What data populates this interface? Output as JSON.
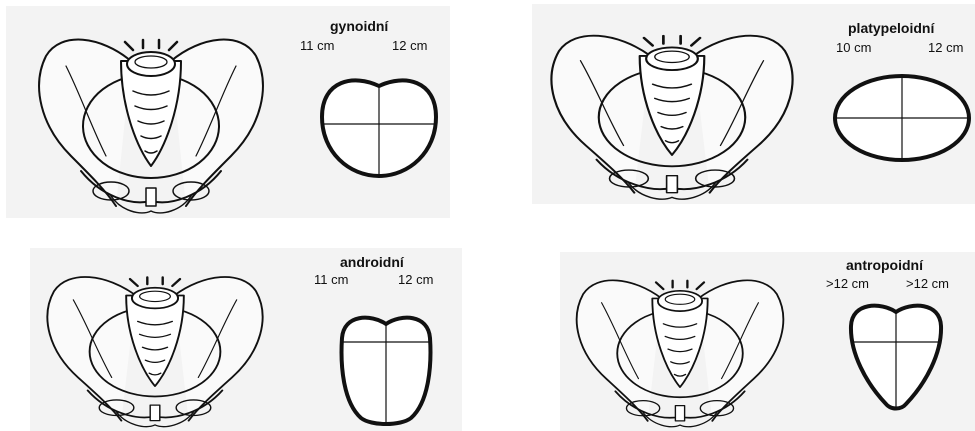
{
  "panels": [
    {
      "id": "gynoid",
      "title": "gynoidní",
      "dim_left": "11 cm",
      "dim_right": "12 cm"
    },
    {
      "id": "platypeloid",
      "title": "platypeloidní",
      "dim_left": "10 cm",
      "dim_right": "12 cm"
    },
    {
      "id": "android",
      "title": "androidní",
      "dim_left": "11 cm",
      "dim_right": "12 cm"
    },
    {
      "id": "anthropoid",
      "title": "antropoidní",
      "dim_left": ">12 cm",
      "dim_right": ">12 cm"
    }
  ],
  "colors": {
    "ink": "#111111",
    "panel_bg": "#f3f3f3",
    "page_bg": "#ffffff"
  }
}
